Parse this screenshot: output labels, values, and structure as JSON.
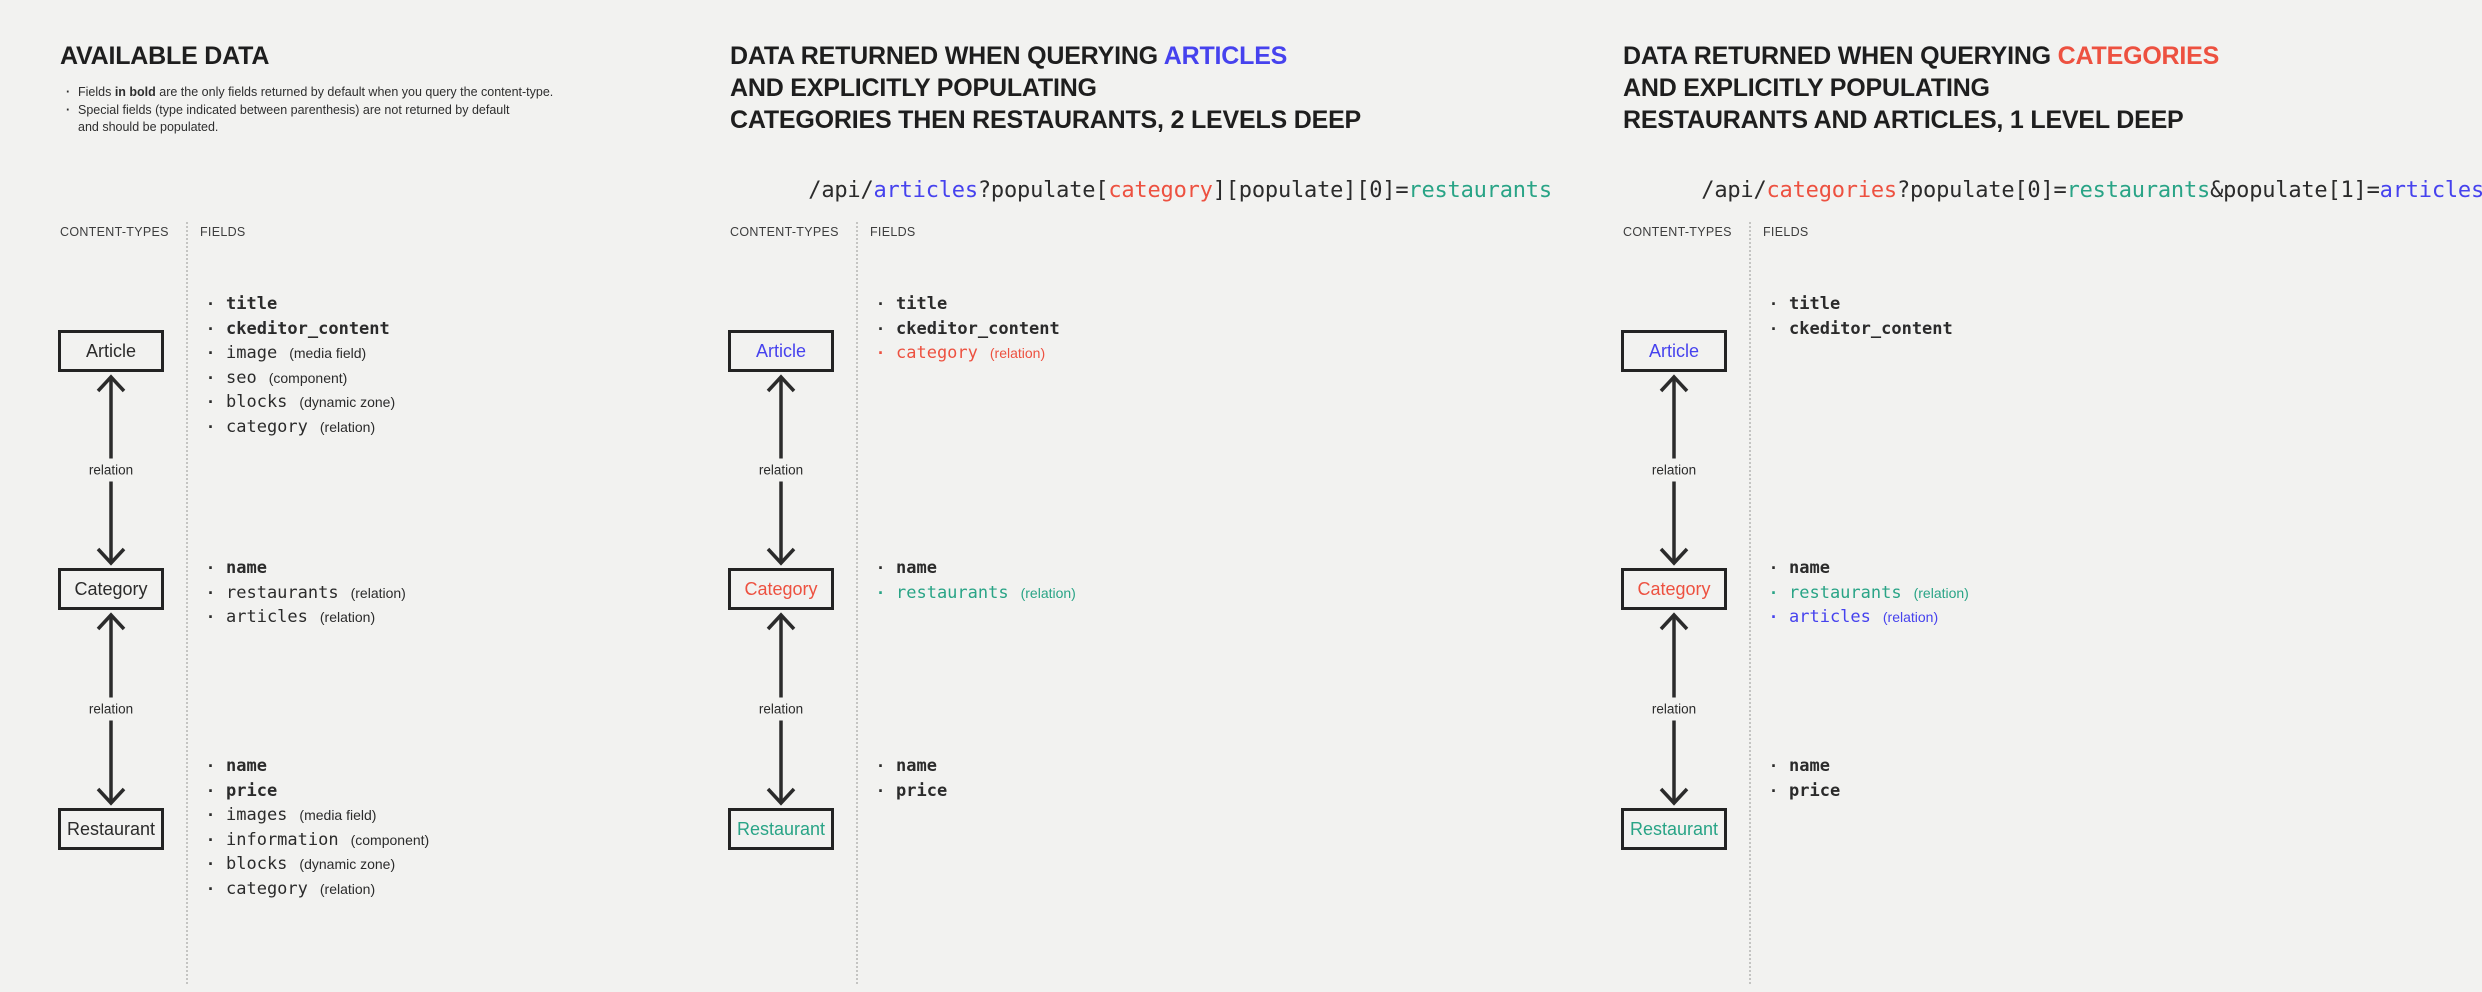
{
  "colors": {
    "dark": "#2b2b2b",
    "blue": "#4642ee",
    "red": "#ed5140",
    "teal": "#29a486"
  },
  "panels": [
    {
      "title": "AVAILABLE DATA",
      "notes": {
        "n1_pre": "Fields ",
        "n1_bold": "in bold",
        "n1_post": " are the only fields returned by default when you query the content-type.",
        "n2_line1": "Special fields (type indicated between parenthesis) are not returned by default",
        "n2_line2": "and should be populated."
      },
      "content_types_label": "CONTENT-TYPES",
      "fields_label": "FIELDS",
      "relation_label": "relation",
      "boxes": [
        {
          "label": "Article",
          "c": "dark",
          "fields": [
            {
              "name": "title",
              "c": "dark"
            },
            {
              "name": "ckeditor_content",
              "c": "dark"
            },
            {
              "name": "image",
              "type": "(media field)",
              "c": "dark"
            },
            {
              "name": "seo",
              "type": "(component)",
              "c": "dark"
            },
            {
              "name": "blocks",
              "type": "(dynamic zone)",
              "c": "dark"
            },
            {
              "name": "category",
              "type": "(relation)",
              "c": "dark"
            }
          ]
        },
        {
          "label": "Category",
          "c": "dark",
          "fields": [
            {
              "name": "name",
              "c": "dark"
            },
            {
              "name": "restaurants",
              "type": "(relation)",
              "c": "dark"
            },
            {
              "name": "articles",
              "type": "(relation)",
              "c": "dark"
            }
          ]
        },
        {
          "label": "Restaurant",
          "c": "dark",
          "fields": [
            {
              "name": "name",
              "c": "dark"
            },
            {
              "name": "price",
              "c": "dark"
            },
            {
              "name": "images",
              "type": "(media field)",
              "c": "dark"
            },
            {
              "name": "information",
              "type": "(component)",
              "c": "dark"
            },
            {
              "name": "blocks",
              "type": "(dynamic zone)",
              "c": "dark"
            },
            {
              "name": "category",
              "type": "(relation)",
              "c": "dark"
            }
          ]
        }
      ]
    },
    {
      "title_pre": "DATA RETURNED WHEN QUERYING ",
      "title_hl": "ARTICLES",
      "title_hl_c": "blue",
      "title_l2": "AND EXPLICITLY POPULATING",
      "title_l3": "CATEGORIES THEN RESTAURANTS, 2 LEVELS DEEP",
      "code": [
        {
          "t": "/api/",
          "c": "dark"
        },
        {
          "t": "articles",
          "c": "blue"
        },
        {
          "t": "?populate[",
          "c": "dark"
        },
        {
          "t": "category",
          "c": "red"
        },
        {
          "t": "][populate][0]=",
          "c": "dark"
        },
        {
          "t": "restaurants",
          "c": "teal"
        }
      ],
      "content_types_label": "CONTENT-TYPES",
      "fields_label": "FIELDS",
      "relation_label": "relation",
      "boxes": [
        {
          "label": "Article",
          "c": "blue",
          "fields": [
            {
              "name": "title",
              "c": "dark"
            },
            {
              "name": "ckeditor_content",
              "c": "dark"
            },
            {
              "name": "category",
              "type": "(relation)",
              "c": "red"
            }
          ]
        },
        {
          "label": "Category",
          "c": "red",
          "fields": [
            {
              "name": "name",
              "c": "dark"
            },
            {
              "name": "restaurants",
              "type": "(relation)",
              "c": "teal"
            }
          ]
        },
        {
          "label": "Restaurant",
          "c": "teal",
          "fields": [
            {
              "name": "name",
              "c": "dark"
            },
            {
              "name": "price",
              "c": "dark"
            }
          ]
        }
      ]
    },
    {
      "title_pre": "DATA RETURNED WHEN QUERYING ",
      "title_hl": "CATEGORIES",
      "title_hl_c": "red",
      "title_l2": "AND EXPLICITLY POPULATING",
      "title_l3": "RESTAURANTS AND ARTICLES, 1 LEVEL DEEP",
      "code": [
        {
          "t": "/api/",
          "c": "dark"
        },
        {
          "t": "categories",
          "c": "red"
        },
        {
          "t": "?populate[0]=",
          "c": "dark"
        },
        {
          "t": "restaurants",
          "c": "teal"
        },
        {
          "t": "&populate[1]=",
          "c": "dark"
        },
        {
          "t": "articles",
          "c": "blue"
        }
      ],
      "content_types_label": "CONTENT-TYPES",
      "fields_label": "FIELDS",
      "relation_label": "relation",
      "boxes": [
        {
          "label": "Article",
          "c": "blue",
          "fields": [
            {
              "name": "title",
              "c": "dark"
            },
            {
              "name": "ckeditor_content",
              "c": "dark"
            }
          ]
        },
        {
          "label": "Category",
          "c": "red",
          "fields": [
            {
              "name": "name",
              "c": "dark"
            },
            {
              "name": "restaurants",
              "type": "(relation)",
              "c": "teal"
            },
            {
              "name": "articles",
              "type": "(relation)",
              "c": "blue"
            }
          ]
        },
        {
          "label": "Restaurant",
          "c": "teal",
          "fields": [
            {
              "name": "name",
              "c": "dark"
            },
            {
              "name": "price",
              "c": "dark"
            }
          ]
        }
      ]
    }
  ]
}
